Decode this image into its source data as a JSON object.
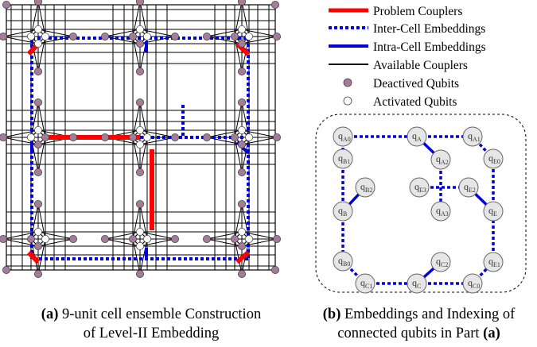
{
  "legend": {
    "problem_couplers": "Problem Couplers",
    "inter_cell": "Inter-Cell Embeddings",
    "intra_cell": "Intra-Cell Embeddings",
    "available": "Available Couplers",
    "deactivated": "Deactived Qubits",
    "activated": "Activated Qubits"
  },
  "colors": {
    "problem": "#ff0000",
    "embedding": "#0000dd",
    "coupler": "#000000",
    "deactivated_fill": "#a47c9a",
    "activated_fill": "#ffffff",
    "node_fill": "#e6e6e6"
  },
  "nodes": {
    "A0": {
      "base": "q",
      "sub": "A0"
    },
    "A": {
      "base": "q",
      "sub": "A"
    },
    "A1": {
      "base": "q",
      "sub": "A1"
    },
    "B1": {
      "base": "q",
      "sub": "B1"
    },
    "A2": {
      "base": "q",
      "sub": "A2"
    },
    "E0": {
      "base": "q",
      "sub": "E0"
    },
    "B2": {
      "base": "q",
      "sub": "B2"
    },
    "E3": {
      "base": "q",
      "sub": "E3"
    },
    "E2": {
      "base": "q",
      "sub": "E2"
    },
    "B": {
      "base": "q",
      "sub": "B"
    },
    "A3": {
      "base": "q",
      "sub": "A3"
    },
    "E": {
      "base": "q",
      "sub": "E"
    },
    "B0": {
      "base": "q",
      "sub": "B0"
    },
    "C2": {
      "base": "q",
      "sub": "C2"
    },
    "E1": {
      "base": "q",
      "sub": "E1"
    },
    "C1": {
      "base": "q",
      "sub": "C1"
    },
    "C": {
      "base": "q",
      "sub": "C"
    },
    "C0": {
      "base": "q",
      "sub": "C0"
    }
  },
  "captions": {
    "a_tag": "(a)",
    "a_line1": " 9-unit cell ensemble Construction",
    "a_line2": "of Level-II Embedding",
    "b_tag": "(b)",
    "b_line1": " Embeddings and Indexing of",
    "b_line2": "connected qubits in Part ",
    "b_ref": "(a)"
  }
}
